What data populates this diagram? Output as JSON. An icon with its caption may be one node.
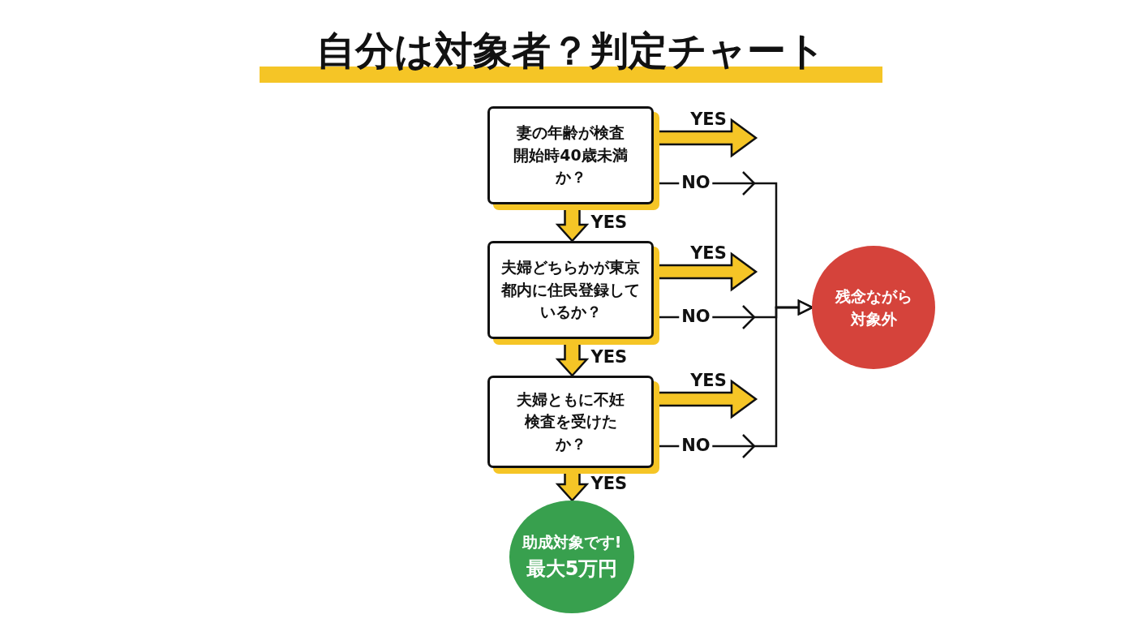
{
  "diagram": {
    "title": "自分は対象者？判定チャート",
    "nodes": [
      {
        "text": [
          "妻の年齢が検査開始時40歳未満か？"
        ]
      },
      {
        "text": [
          "夫婦どちらかが東京都内に住民登録しているか？"
        ]
      },
      {
        "text": [
          "夫婦ともに不妊検査を受けたか？"
        ]
      },
      {
        "text": [
          "助成対象です!",
          "最大5万円"
        ]
      },
      {
        "text": [
          "残念ながら対象外"
        ]
      }
    ],
    "edges": [
      {
        "from": 0,
        "to": null,
        "arrow": "to",
        "label": "YES",
        "style": "thick",
        "color": "#f5c526"
      },
      {
        "from": 0,
        "to": 4,
        "arrow": "to",
        "label": "NO"
      },
      {
        "from": 0,
        "to": 1,
        "arrow": "to",
        "label": "YES",
        "style": "thick",
        "color": "#f5c526"
      },
      {
        "from": 1,
        "to": null,
        "arrow": "to",
        "label": "YES",
        "style": "thick",
        "color": "#f5c526"
      },
      {
        "from": 1,
        "to": 4,
        "arrow": "to",
        "label": "NO"
      },
      {
        "from": 1,
        "to": 2,
        "arrow": "to",
        "label": "YES",
        "style": "thick",
        "color": "#f5c526"
      },
      {
        "from": 2,
        "to": null,
        "arrow": "to",
        "label": "YES",
        "style": "thick",
        "color": "#f5c526"
      },
      {
        "from": 2,
        "to": 4,
        "arrow": "to",
        "label": "NO"
      },
      {
        "from": 2,
        "to": 3,
        "arrow": "to",
        "label": "YES",
        "style": "thick",
        "color": "#f5c526"
      }
    ]
  }
}
